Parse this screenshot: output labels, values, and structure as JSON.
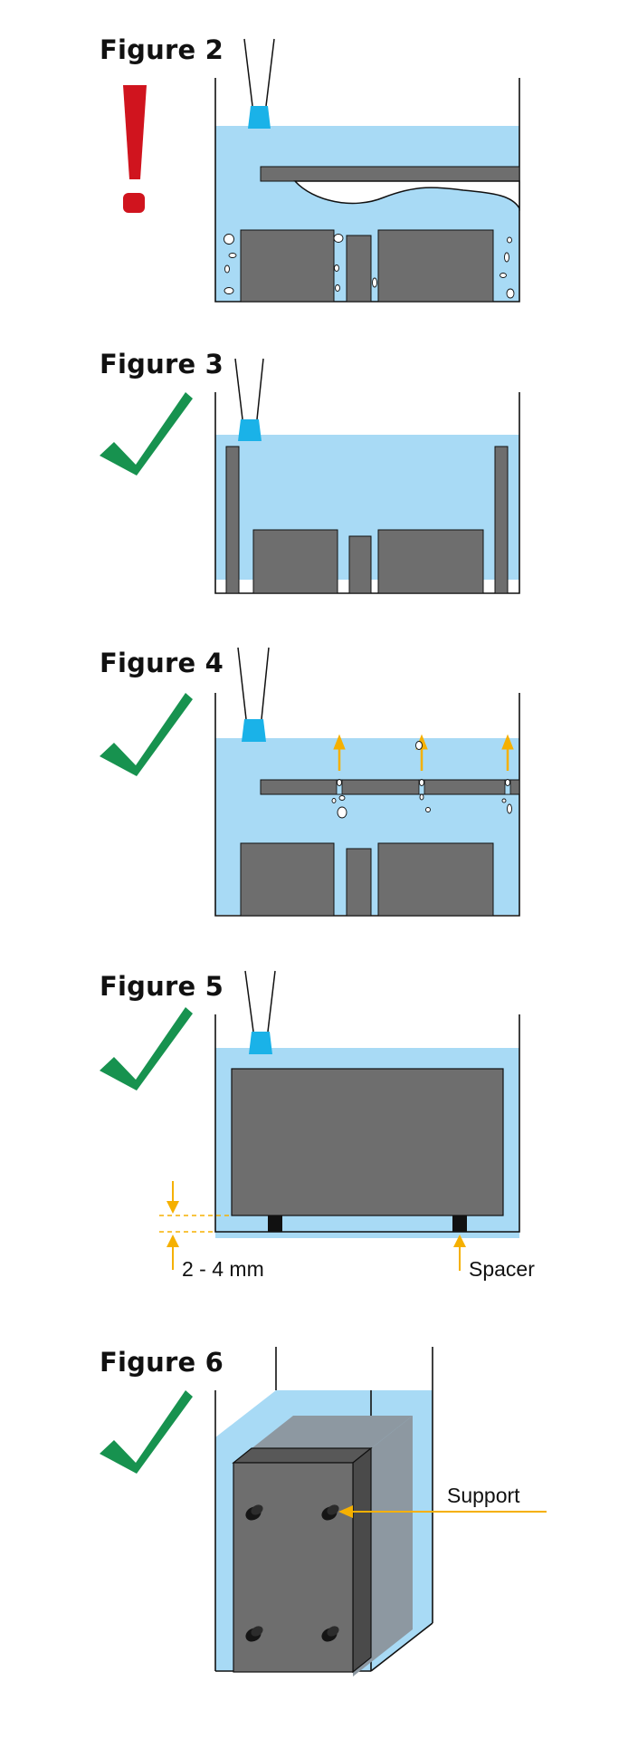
{
  "figures": [
    {
      "title": "Figure 2",
      "status": "warning"
    },
    {
      "title": "Figure 3",
      "status": "ok"
    },
    {
      "title": "Figure 4",
      "status": "ok"
    },
    {
      "title": "Figure 5",
      "status": "ok",
      "labels": {
        "gap": "2 - 4 mm",
        "spacer": "Spacer"
      }
    },
    {
      "title": "Figure 6",
      "status": "ok",
      "labels": {
        "support": "Support"
      }
    }
  ],
  "colors": {
    "water": "#a8daf5",
    "part": "#6e6e6e",
    "warning": "#d0141e",
    "check": "#17924f",
    "nozzle": "#1ab2e8",
    "arrow": "#f5b000",
    "bubble": "#ffffff"
  },
  "icons": {
    "warning": "exclamation-icon",
    "ok": "checkmark-icon"
  }
}
